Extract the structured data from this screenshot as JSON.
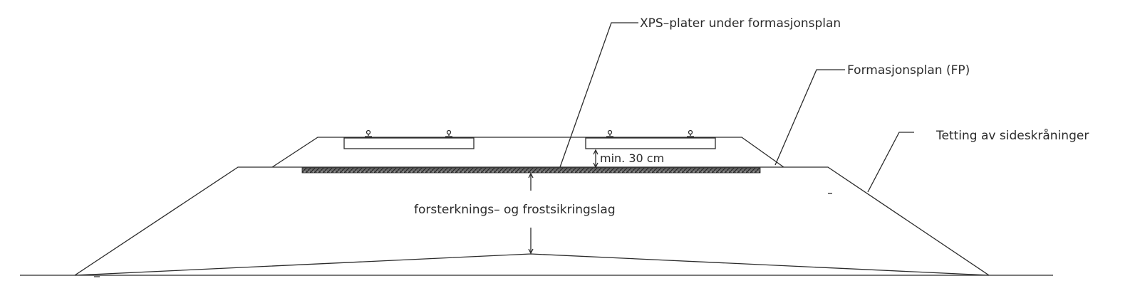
{
  "labels": {
    "xps": "XPS–plater under formasjonsplan",
    "fp": "Formasjonsplan (FP)",
    "tetting": "Tetting av sideskråninger",
    "min_depth": "min. 30 cm",
    "layer": "forsterknings–  og frostsikringslag"
  },
  "colors": {
    "line": "#2b2b2b",
    "xps_fill": "#4a4a4a",
    "background": "#ffffff"
  }
}
